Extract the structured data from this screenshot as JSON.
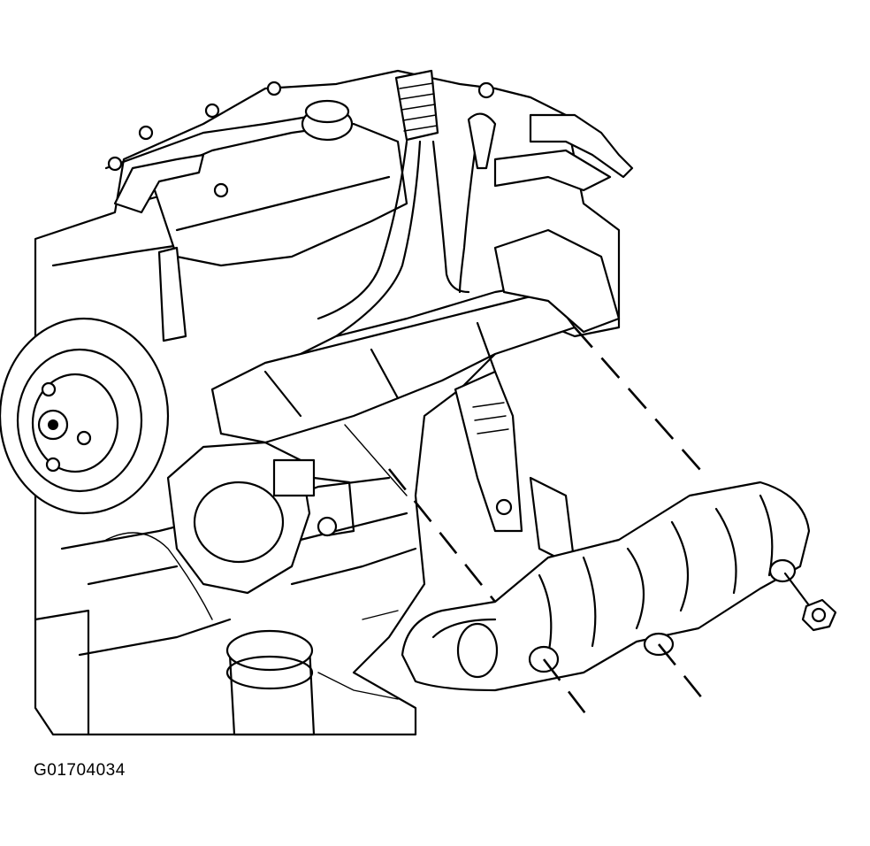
{
  "figure": {
    "id_label": "G01704034",
    "colors": {
      "line": "#000000",
      "background": "#ffffff"
    },
    "parts": [
      "engine-block",
      "pulley",
      "power-steering-pump",
      "oil-filter",
      "exhaust-manifold",
      "heat-shield",
      "bolt"
    ]
  }
}
